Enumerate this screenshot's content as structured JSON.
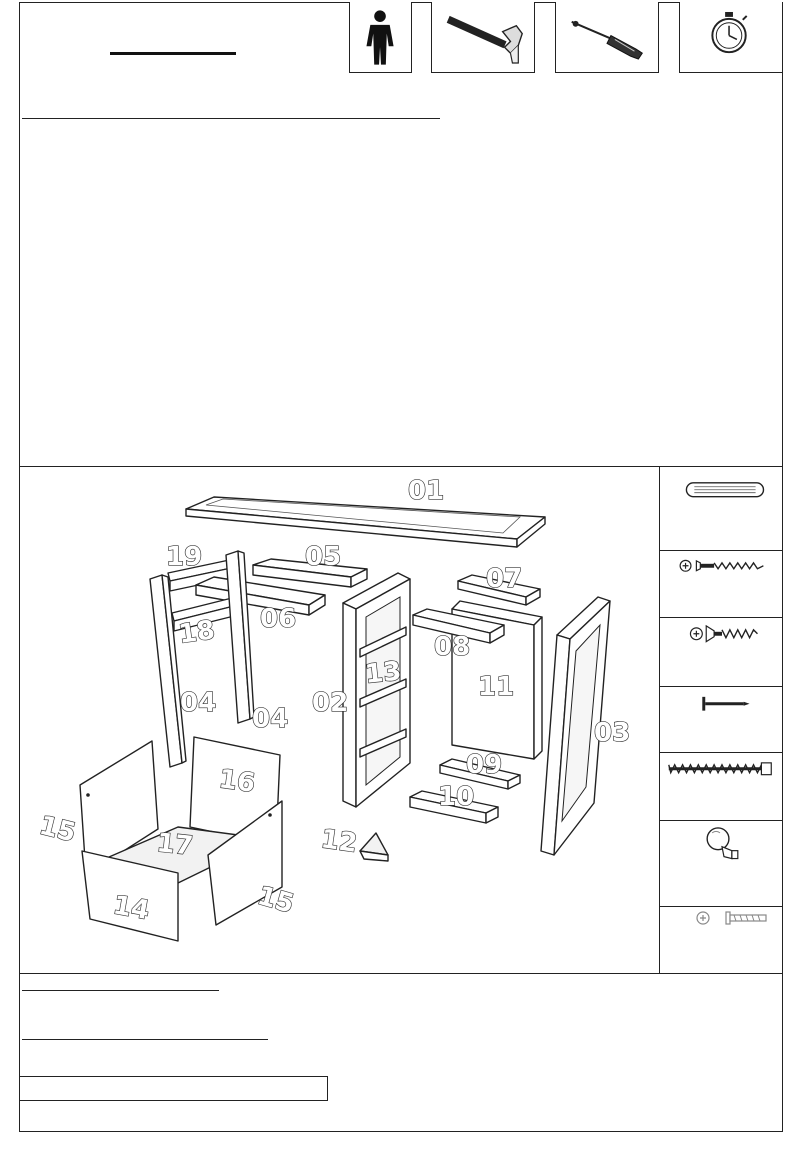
{
  "tools": [
    {
      "icon": "person-icon"
    },
    {
      "icon": "hammer-icon"
    },
    {
      "icon": "screwdriver-icon"
    },
    {
      "icon": "stopwatch-icon"
    }
  ],
  "parts": {
    "p01": "01",
    "p02": "02",
    "p03": "03",
    "p04a": "04",
    "p04b": "04",
    "p05": "05",
    "p06": "06",
    "p07": "07",
    "p08": "08",
    "p09": "09",
    "p10": "10",
    "p11": "11",
    "p12": "12",
    "p13": "13",
    "p14": "14",
    "p15a": "15",
    "p15b": "15",
    "p16": "16",
    "p17": "17",
    "p18": "18",
    "p19": "19"
  },
  "hardware": [
    {
      "icon": "wooden-dowel-icon"
    },
    {
      "icon": "long-wood-screw-icon"
    },
    {
      "icon": "countersunk-screw-icon"
    },
    {
      "icon": "nail-icon"
    },
    {
      "icon": "threaded-bolt-icon"
    },
    {
      "icon": "knob-icon"
    },
    {
      "icon": "knob-screw-icon"
    }
  ]
}
